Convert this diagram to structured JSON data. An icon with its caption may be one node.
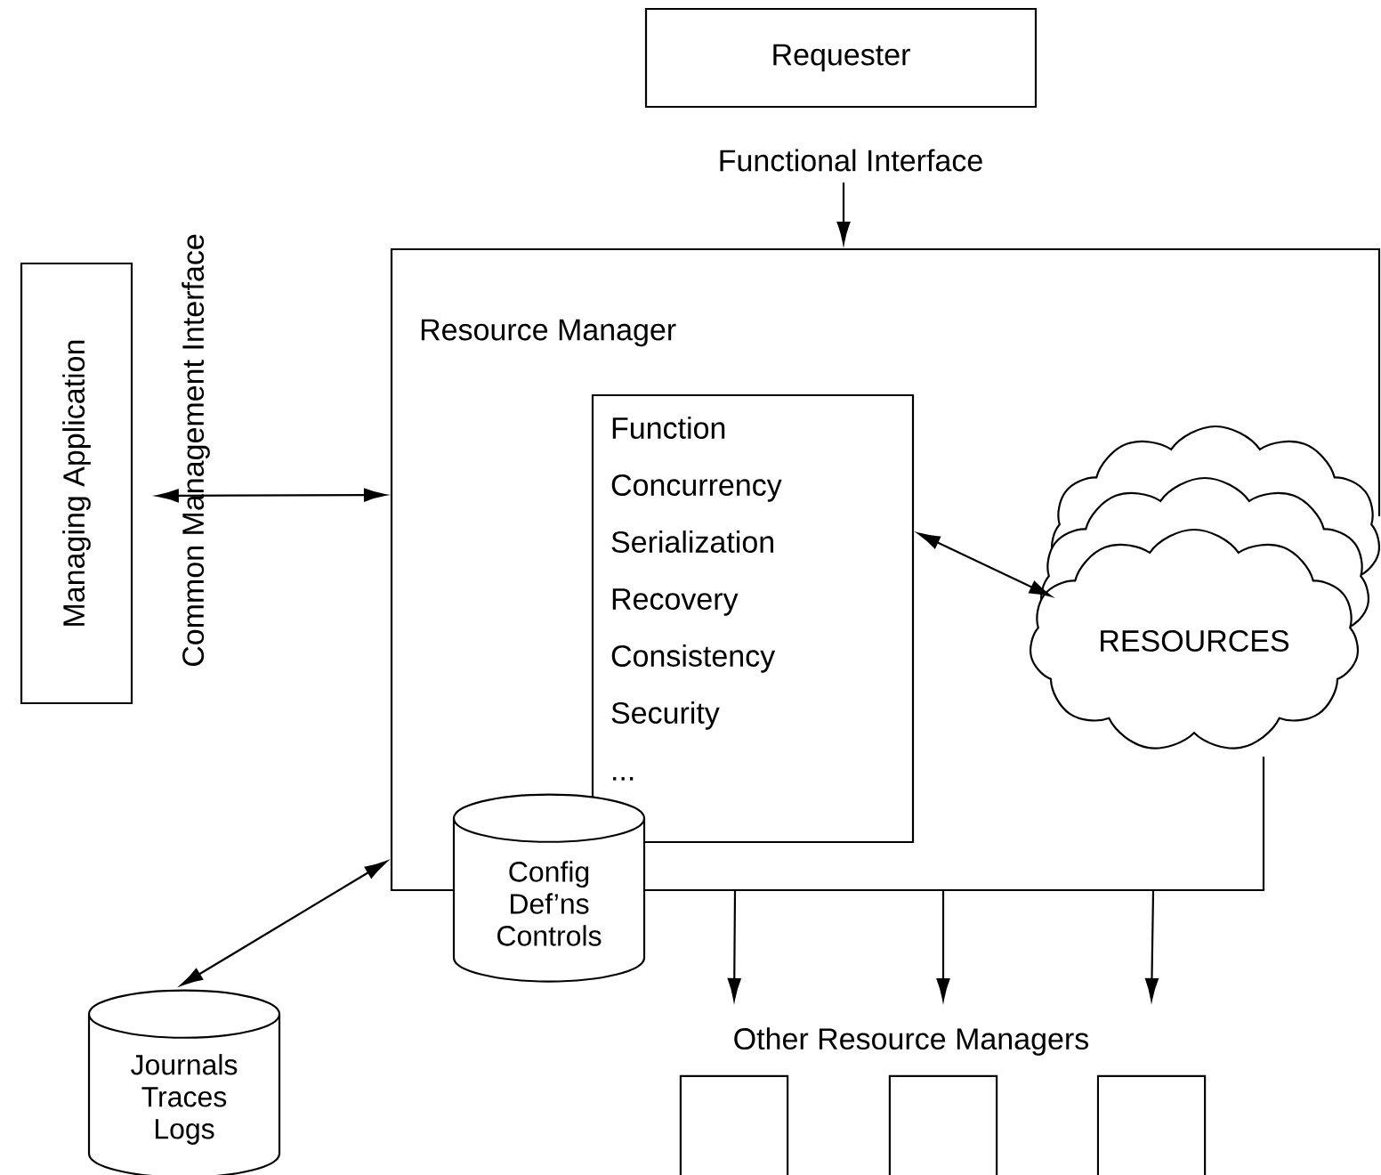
{
  "diagram": {
    "nodes": [
      {
        "text": [
          "Requester"
        ],
        "beside": [
          "Functional Interface"
        ]
      },
      {
        "text": [
          "Managing Application"
        ]
      },
      {
        "text": [
          "Resource Manager"
        ]
      },
      {
        "text": [
          "Function",
          "Concurrency",
          "Serialization",
          "Recovery",
          "Consistency",
          "Security",
          "..."
        ],
        "in": 2
      },
      {
        "text": [
          "RESOURCES"
        ],
        "in": 2
      },
      {
        "text": [
          "Config Def’ns Controls"
        ]
      },
      {
        "text": [
          "Journals Traces Logs"
        ]
      },
      {
        "text": [],
        "shape": "box"
      },
      {
        "text": [],
        "shape": "box"
      },
      {
        "text": [],
        "shape": "box"
      }
    ],
    "edges": [
      {
        "from": 0,
        "to": 2,
        "arrow": "to"
      },
      {
        "from": 1,
        "to": 2,
        "arrow": "both"
      },
      {
        "from": 3,
        "to": 4,
        "arrow": "both"
      },
      {
        "from": 2,
        "to": 6,
        "arrow": "both"
      },
      {
        "from": 2,
        "to": 7,
        "arrow": "to"
      },
      {
        "from": 2,
        "to": 8,
        "arrow": "to"
      },
      {
        "from": 2,
        "to": 9,
        "arrow": "to"
      }
    ],
    "labels": [
      "Common Management Interface",
      "Other Resource Managers"
    ]
  }
}
